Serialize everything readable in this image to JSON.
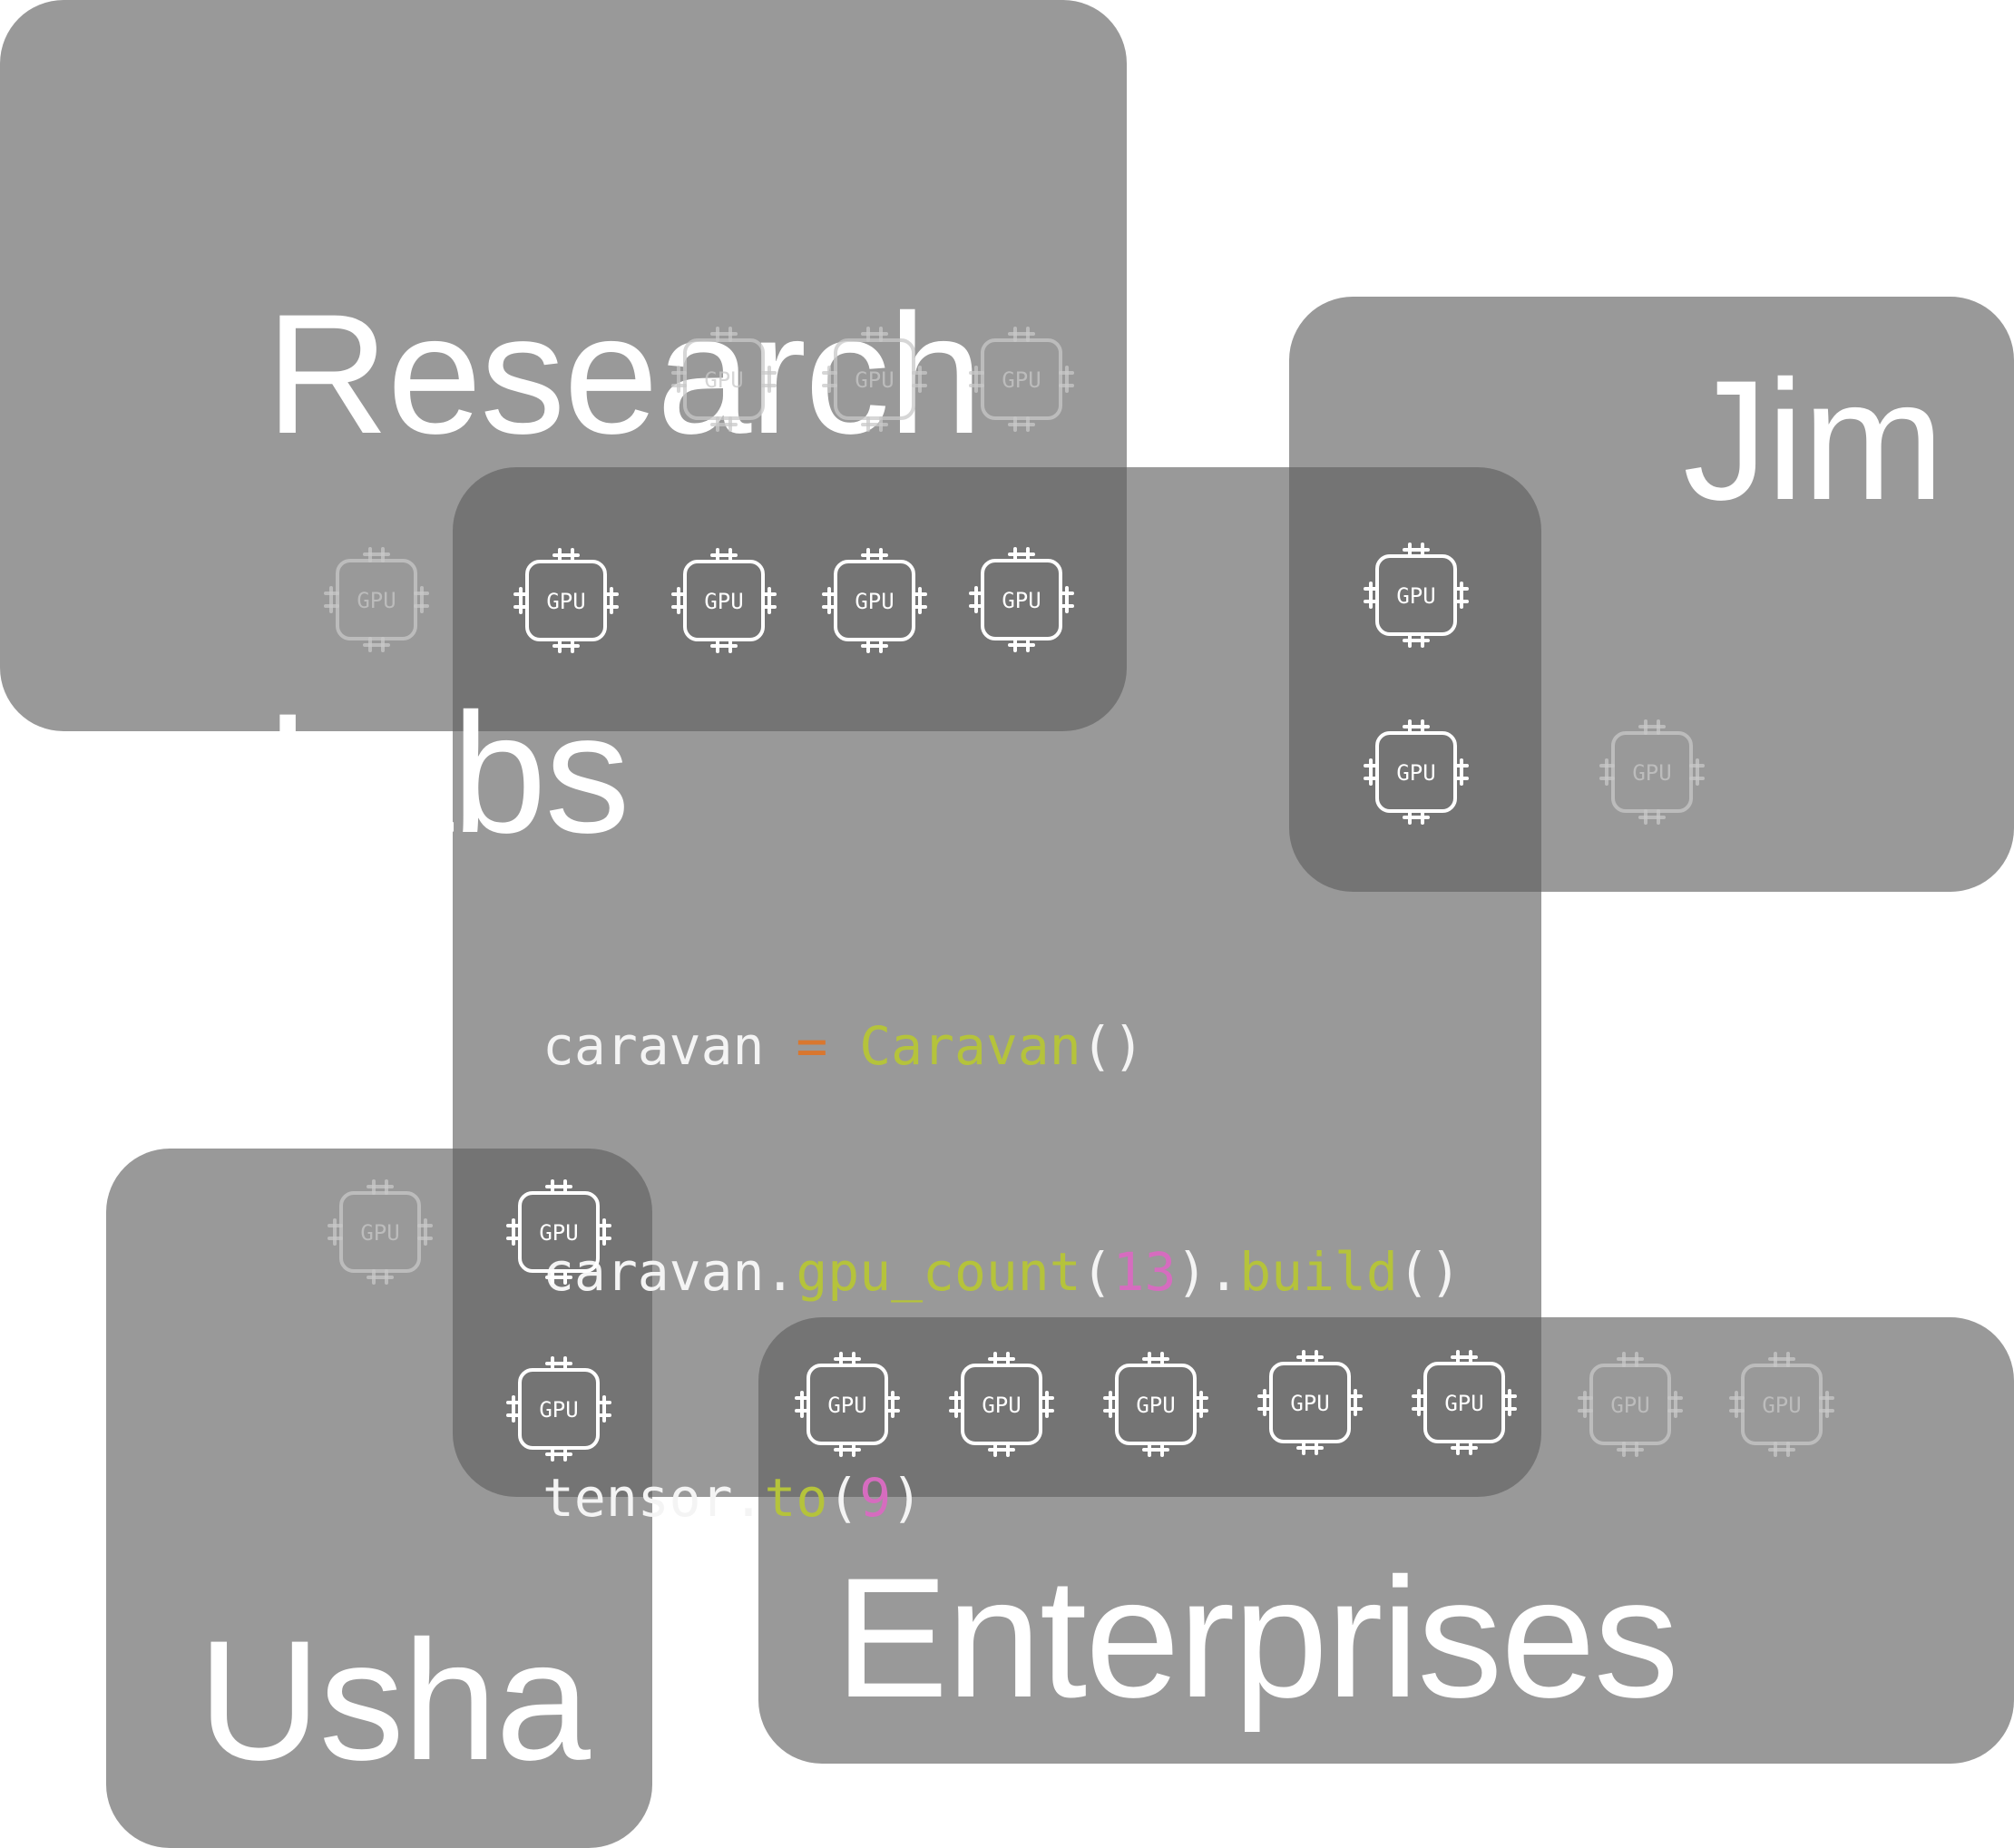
{
  "groups": {
    "research_labs": {
      "line1": "Research",
      "line2": "Labs"
    },
    "jim": {
      "name": "Jim"
    },
    "usha": {
      "name": "Usha"
    },
    "enterprises": {
      "name": "Enterprises"
    }
  },
  "chip_label": "GPU",
  "colors": {
    "box_fill": "#9a9a9a",
    "overlap_fill": "#5b5b5b",
    "text": "#ffffff",
    "code_operator": "#d9772f",
    "code_function": "#b5c33b",
    "code_number": "#d66cbf"
  },
  "code": {
    "line1": [
      {
        "text": "caravan ",
        "kind": "plain"
      },
      {
        "text": "=",
        "kind": "op"
      },
      {
        "text": " ",
        "kind": "plain"
      },
      {
        "text": "Caravan",
        "kind": "fn"
      },
      {
        "text": "()",
        "kind": "plain"
      }
    ],
    "line2": [
      {
        "text": "caravan.",
        "kind": "plain"
      },
      {
        "text": "gpu_count",
        "kind": "fn"
      },
      {
        "text": "(",
        "kind": "plain"
      },
      {
        "text": "13",
        "kind": "num"
      },
      {
        "text": ").",
        "kind": "plain"
      },
      {
        "text": "build",
        "kind": "fn"
      },
      {
        "text": "()",
        "kind": "plain"
      }
    ],
    "line3": [
      {
        "text": "tensor.",
        "kind": "plain"
      },
      {
        "text": "to",
        "kind": "fn"
      },
      {
        "text": "(",
        "kind": "plain"
      },
      {
        "text": "9",
        "kind": "num"
      },
      {
        "text": ")",
        "kind": "plain"
      }
    ]
  }
}
